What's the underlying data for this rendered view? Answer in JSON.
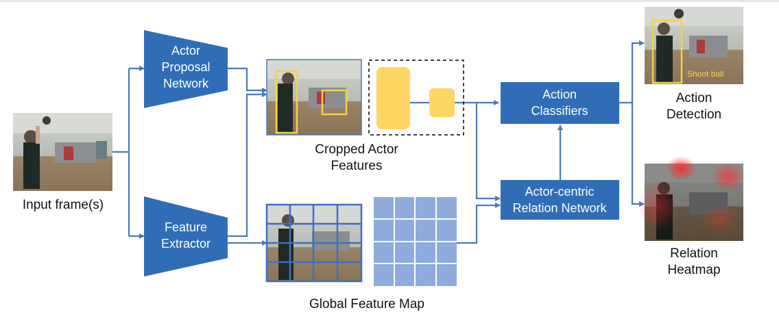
{
  "modules": {
    "actor_proposal": [
      "Actor",
      "Proposal",
      "Network"
    ],
    "feature_extractor": [
      "Feature",
      "Extractor"
    ],
    "action_classifiers": [
      "Action",
      "Classifiers"
    ],
    "relation_network": [
      "Actor-centric",
      "Relation Network"
    ]
  },
  "labels": {
    "input": "Input frame(s)",
    "cropped": [
      "Cropped Actor",
      "Features"
    ],
    "global_map": "Global Feature Map",
    "action_detection": [
      "Action",
      "Detection"
    ],
    "relation_heatmap": [
      "Relation",
      "Heatmap"
    ]
  },
  "detection_tag": "Shoot ball",
  "colors": {
    "module_fill": "#2f6db6",
    "arrow": "#4a78bf",
    "feature_yellow": "#fdd664",
    "grid_fill": "#8faadc",
    "actor_box": "#f4d247"
  },
  "icons": [
    "basketball-frame-thumbnail",
    "heatmap-thumbnail",
    "feature-grid-icon"
  ]
}
